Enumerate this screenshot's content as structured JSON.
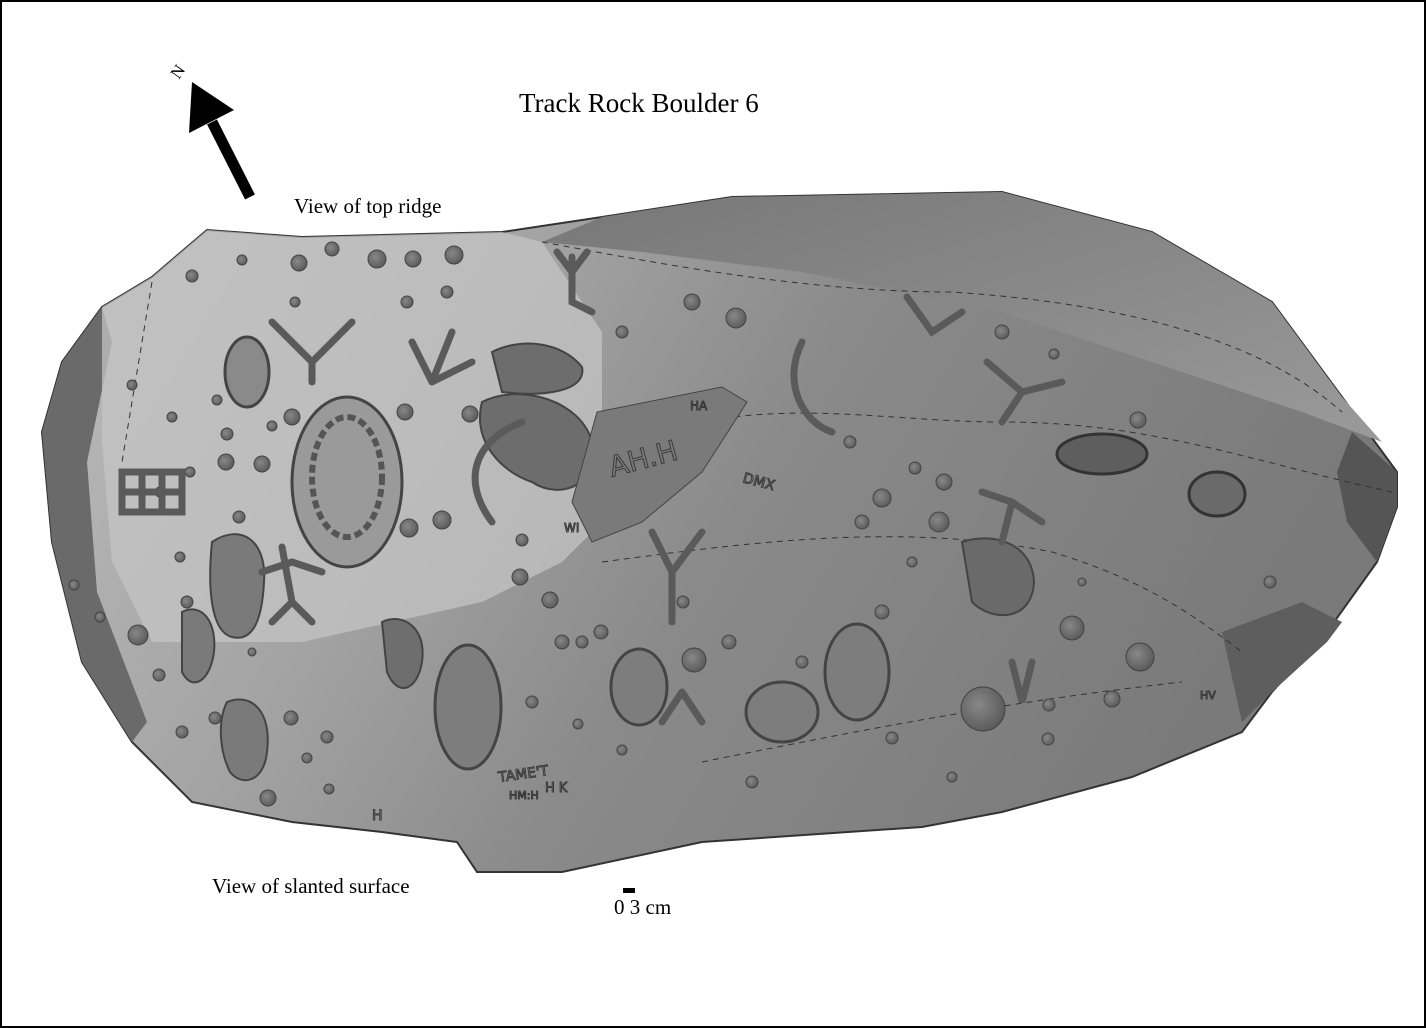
{
  "title": "Track Rock Boulder 6",
  "labels": {
    "top_ridge": "View of top ridge",
    "slanted_surface": "View of slanted surface",
    "north": "N"
  },
  "scale": {
    "text": "0 3 cm"
  },
  "inscriptions": [
    "AH.H",
    "HA",
    "WI",
    "DMX",
    "TAME'T",
    "H K",
    "HM:H",
    "HV",
    "H"
  ],
  "colors": {
    "rock_dark": "#6e6e6e",
    "rock_light": "#c8c8c8",
    "ink": "#000000"
  }
}
